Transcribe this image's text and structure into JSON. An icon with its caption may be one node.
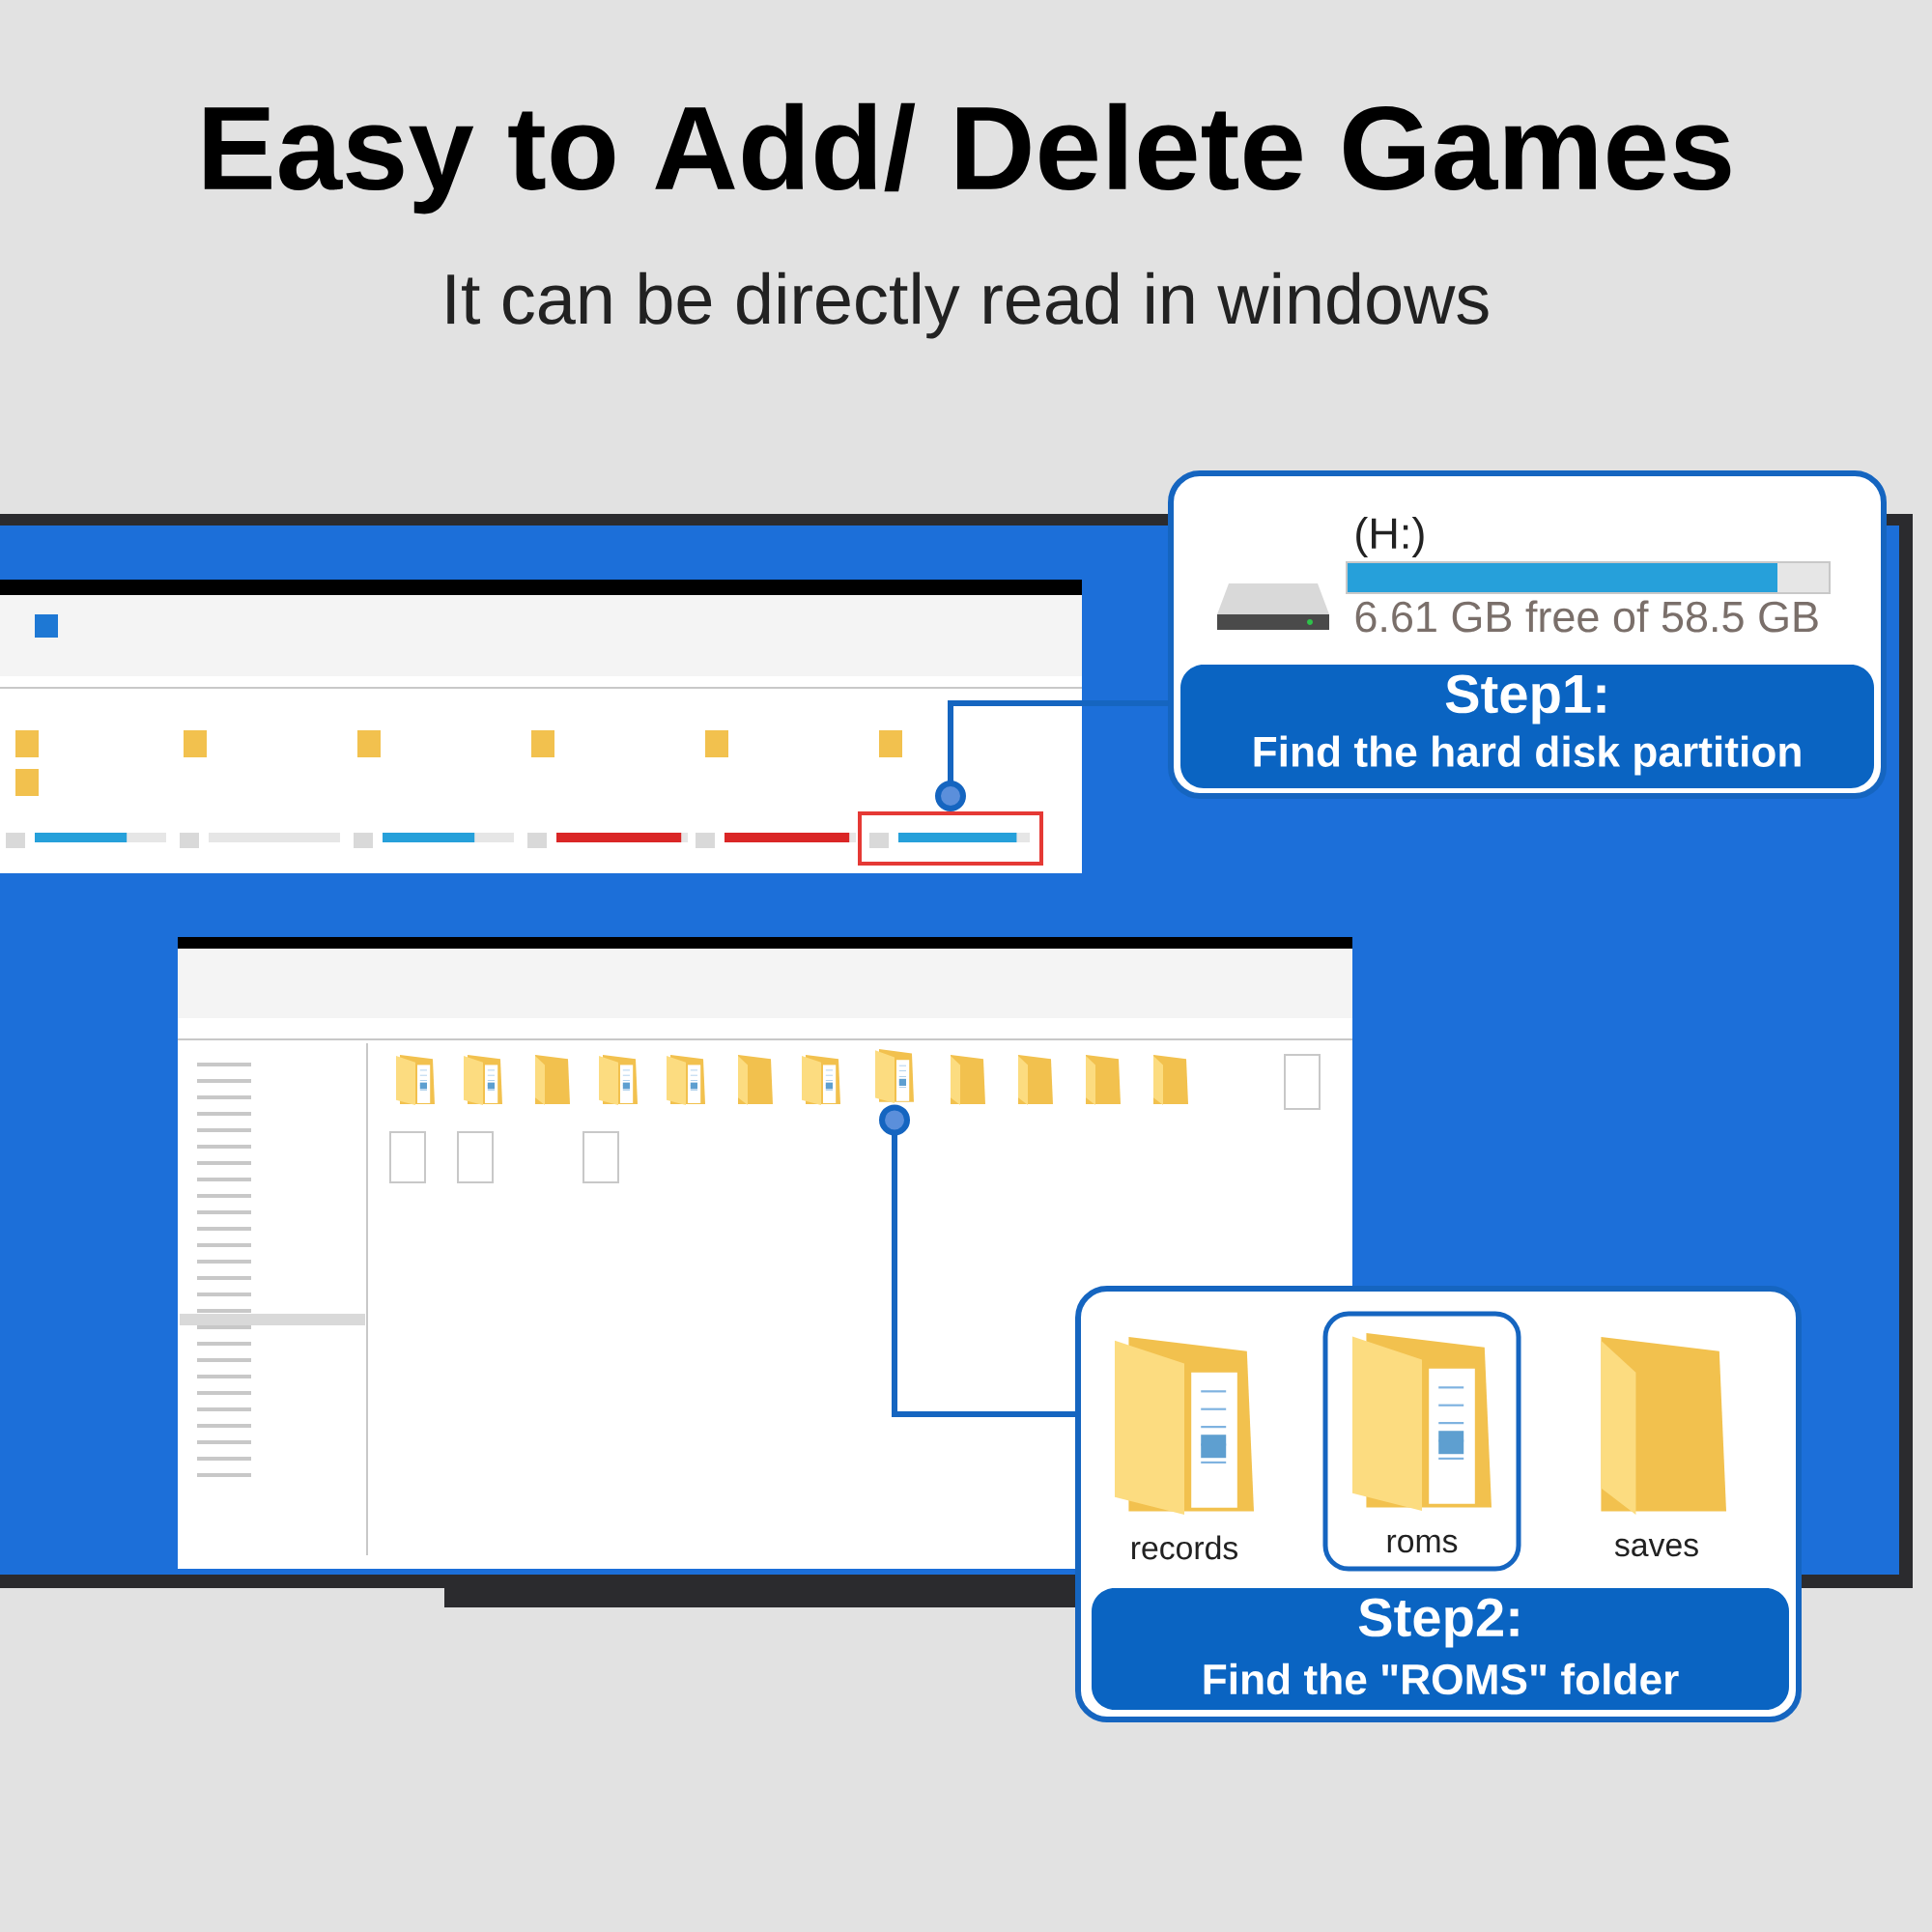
{
  "diagram": {
    "title": "Easy to Add/ Delete Games",
    "nodes": [
      {
        "text": [
          "(H:)",
          "6.61 GB free of 58.5 GB"
        ]
      },
      {
        "text": [
          "Step1:",
          "Find the hard disk partition"
        ],
        "in": 0
      },
      {
        "text": [],
        "shape": "box"
      },
      {
        "text": [],
        "shape": "box"
      },
      {
        "text": [
          "records"
        ],
        "in": 3
      },
      {
        "text": [
          "roms"
        ],
        "in": 3
      },
      {
        "text": [
          "saves"
        ],
        "in": 3
      },
      {
        "text": [
          "Step2:",
          "Find the \"ROMS\" folder"
        ],
        "in": 3
      },
      {
        "text": [],
        "shape": "picture"
      }
    ],
    "edges": [
      {
        "from": 2,
        "to": 0,
        "arrow": "other"
      },
      {
        "from": 8,
        "to": 3,
        "arrow": "other"
      }
    ],
    "labels": [
      "It can be directly read in windows"
    ]
  }
}
